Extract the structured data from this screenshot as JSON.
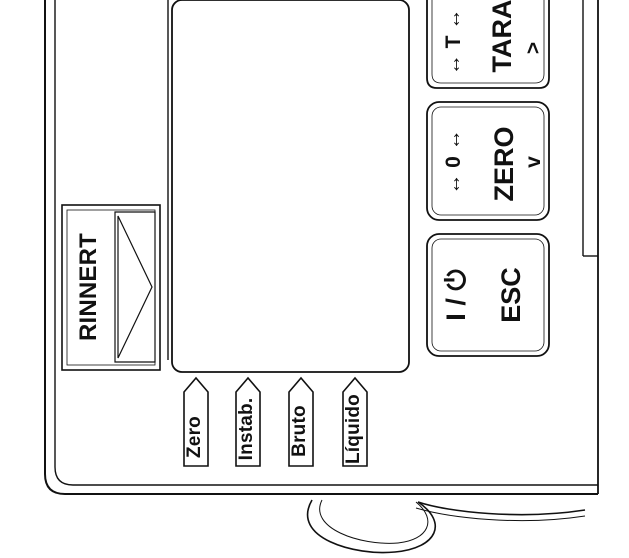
{
  "logo": {
    "text": "RINNERT"
  },
  "indicators": [
    {
      "label": "Zero"
    },
    {
      "label": "Instab."
    },
    {
      "label": "Bruto"
    },
    {
      "label": "Líquido"
    }
  ],
  "buttons": {
    "esc": {
      "power_symbol": "I / ⏻",
      "label": "ESC"
    },
    "zero": {
      "arrows": "↔ 0 ↔",
      "label": "ZERO",
      "nav": "v"
    },
    "tara": {
      "arrows": "↔ T ↔",
      "label": "TARA",
      "nav": ">"
    }
  },
  "colors": {
    "line": "#111111",
    "background": "#ffffff"
  }
}
